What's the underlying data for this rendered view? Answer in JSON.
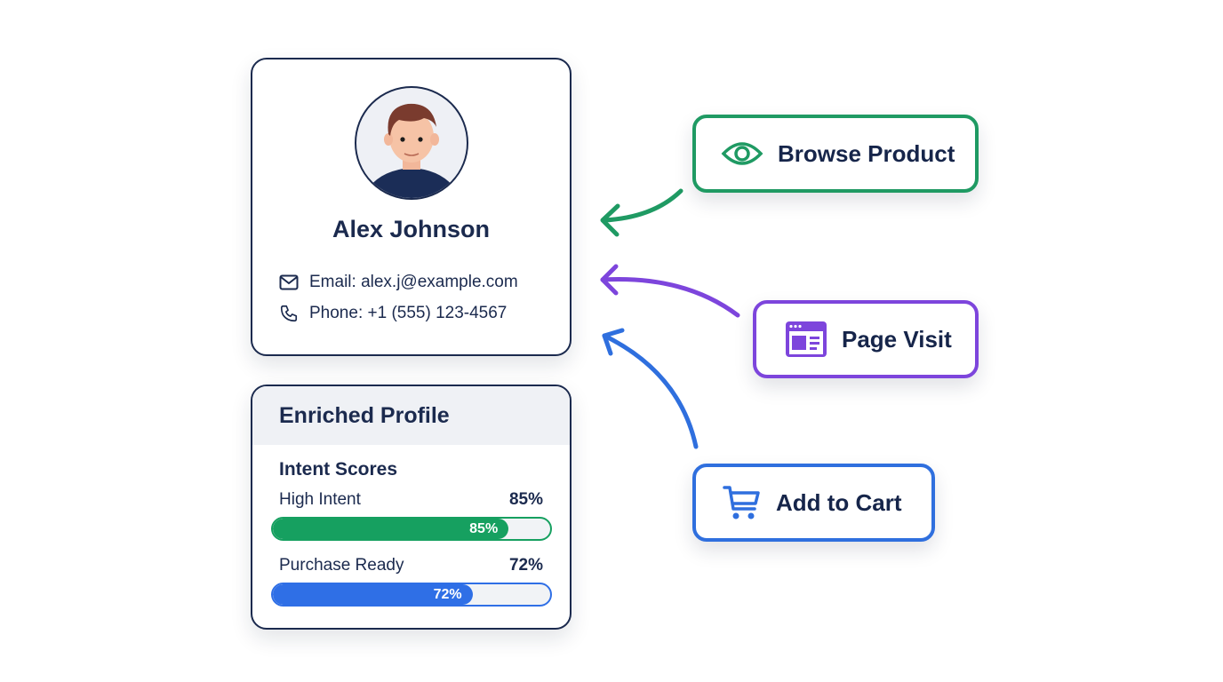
{
  "profile": {
    "name": "Alex Johnson",
    "email": "Email: alex.j@example.com",
    "phone": "Phone: +1 (555) 123-4567"
  },
  "enriched": {
    "title": "Enriched Profile",
    "subtitle": "Intent Scores",
    "scores": [
      {
        "label": "High Intent",
        "value": "85%",
        "pct": 85,
        "color": "#16a060"
      },
      {
        "label": "Purchase Ready",
        "value": "72%",
        "pct": 72,
        "color": "#2f6fe6"
      }
    ]
  },
  "events": [
    {
      "label": "Browse Product",
      "icon": "eye-icon",
      "color": "#1f9a63"
    },
    {
      "label": "Page Visit",
      "icon": "browser-window-icon",
      "color": "#7d45dc"
    },
    {
      "label": "Add to Cart",
      "icon": "shopping-cart-icon",
      "color": "#2f6fde"
    }
  ]
}
